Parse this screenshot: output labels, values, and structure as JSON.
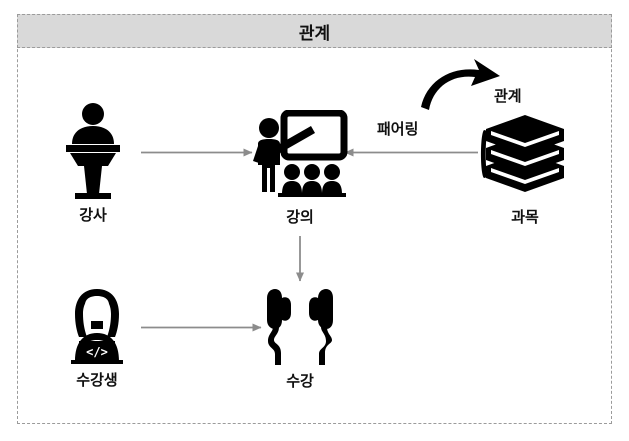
{
  "header": {
    "title": "관계"
  },
  "nodes": [
    {
      "id": "lecturer",
      "label": "강사",
      "icon": "podium-speaker-icon"
    },
    {
      "id": "lecture",
      "label": "강의",
      "icon": "lecture-whiteboard-audience-icon"
    },
    {
      "id": "subject",
      "label": "과목",
      "icon": "books-stack-icon"
    },
    {
      "id": "student",
      "label": "수강생",
      "icon": "student-laptop-code-icon"
    },
    {
      "id": "enrollment",
      "label": "수강",
      "icon": "earphones-icon"
    }
  ],
  "annotations": [
    {
      "id": "pairing",
      "text": "패어링"
    },
    {
      "id": "relation",
      "text": "관계"
    }
  ],
  "connectors": [
    {
      "id": "lecturer-to-lecture",
      "from": "강사",
      "to": "강의",
      "direction": "right"
    },
    {
      "id": "subject-to-lecture",
      "from": "과목",
      "to": "강의",
      "direction": "left"
    },
    {
      "id": "lecture-to-enrollment",
      "from": "강의",
      "to": "수강",
      "direction": "down"
    },
    {
      "id": "student-to-enrollment",
      "from": "수강생",
      "to": "수강",
      "direction": "right"
    },
    {
      "id": "pairing-curved-arrow",
      "from": "패어링",
      "to": "관계",
      "direction": "curved-up-right"
    }
  ],
  "colors": {
    "header_fill": "#d9d9d9",
    "frame_border": "#9b9b9b",
    "icon": "#000000",
    "arrow": "#808080",
    "curved_arrow": "#000000",
    "text": "#111111",
    "background": "#ffffff"
  }
}
